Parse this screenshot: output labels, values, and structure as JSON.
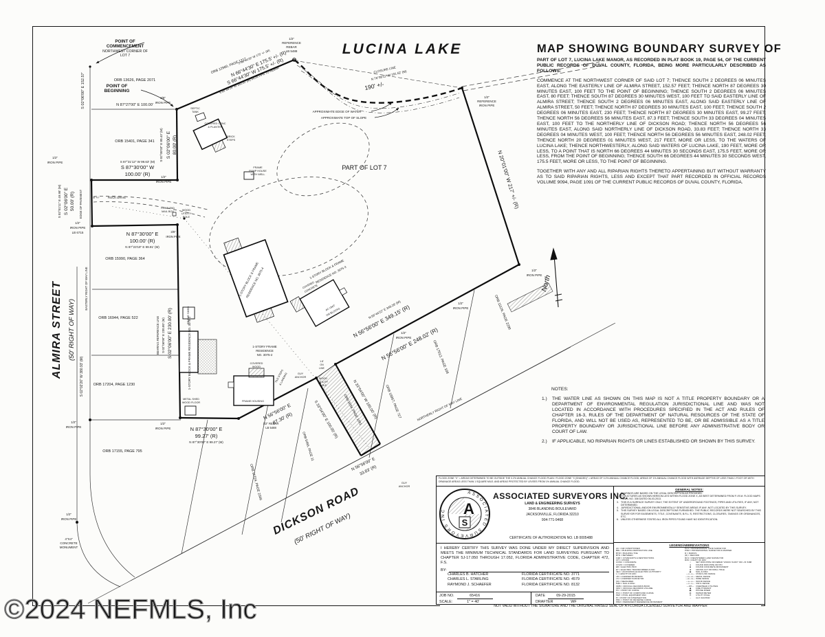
{
  "header": {
    "title": "MAP SHOWING BOUNDARY SURVEY OF",
    "subtitle": "PART OF LOT 7, LUCINA LAKE MANOR, AS RECORDED IN PLAT BOOK 19, PAGE 54, OF THE CURRENT PUBLIC RECORDS OF DUVAL COUNTY, FLORIDA, BEING MORE PARTICULARLY DESCRIBED AS FOLLOWS:",
    "description": "COMMENCE AT THE NORTHWEST CORNER OF SAID LOT 7; THENCE SOUTH 2 DEGREES 06 MINUTES EAST, ALONG THE EASTERLY LINE OF ALMIRA STREET, 152.57 FEET; THENCE NORTH 87 DEGREES 30 MINUTES EAST, 100 FEET TO THE POINT OF BEGINNING; THENCE SOUTH 2 DEGREES 06 MINUTES EAST, 80 FEET; THENCE SOUTH 87 DEGREES 30 MINUTES WEST, 100 FEET TO SAID EASTERLY LINE OF ALMIRA STREET; THENCE SOUTH 2 DEGREES 06 MINUTES EAST, ALONG SAID EASTERLY LINE OF ALMIRA STREET, 50 FEET; THENCE NORTH 87 DEGREES 30 MINUTES EAST, 100 FEET; THENCE SOUTH 2 DEGREES 06 MINUTES EAST, 230 FEET; THENCE NORTH 87 DEGREES 30 MINUTES EAST, 99.27 FEET; THENCE NORTH 56 DEGREES 56 MINUTES EAST, 87.3 FEET; THENCE SOUTH 33 DEGREES 04 MINUTES EAST, 100 FEET TO THE NORTHERLY LINE OF DICKSON ROAD; THENCE NORTH 56 DEGREES 56 MINUTES EAST, ALONG SAID NORTHERLY LINE OF DICKSON ROAD, 33.83 FEET; THENCE NORTH 33 DEGREES 04 MINUTES WEST, 100 FEET; THENCE NORTH 56 DEGREES 56 MINUTES EAST, 248.02 FEET; THENCE NORTH 20 DEGREES 01 MINUTES WEST, 217 FEET, MORE OR LESS, TO THE WATERS OF LUCINA LAKE; THENCE NORTHWESTERLY, ALONG SAID WATERS OF LUCINA LAKE, 190 FEET, MORE OR LESS, TO A POINT THAT IS NORTH 66 DEGREES 44 MINUTES 30 SECONDS EAST, 175.5 FEET, MORE OR LESS, FROM THE POINT OF BEGINNING; THENCE SOUTH 66 DEGREES 44 MINUTES 30 SECONDS WEST, 175.5 FEET, MORE OR LESS, TO THE POINT OF BEGINNING.",
    "together": "TOGETHER WITH ANY AND ALL RIPARIAN RIGHTS THERETO APPERTAINING BUT WITHOUT WARRANTY AS TO SAID RIPARIAN RIGHTS, LESS AND EXCEPT THAT PART RECORDED IN OFFICIAL RECORDS VOLUME 9094, PAGE 1091 OF THE CURRENT PUBLIC RECORDS OF DUVAL COUNTY, FLORIDA."
  },
  "notes": {
    "heading": "NOTES:",
    "items": [
      {
        "num": "1.)",
        "text": "THE WATER LINE AS SHOWN ON THIS MAP IS NOT A TITLE PROPERTY BOUNDARY OR A DEPARTMENT OF ENVIRONMENTAL REGULATION JURISDICTIONAL LINE AND WAS NOT LOCATED IN ACCORDANCE WITH PROCEDURES SPECIFIED IN THE ACT AND RULES OF CHAPTER 16-3, RULES OF THE DEPARTMENT OF NATURAL RESOURCES OF THE STATE OF FLORIDA, AND WILL NOT BE USED AS, REPRESENTED TO BE, OR BE ADMISSIBLE AS A TITLE PROPERTY BOUNDARY OR JURISDICTIONAL LINE BEFORE ANY ADMINISTRATIVE BODY OR COURT OF LAW."
      },
      {
        "num": "2.)",
        "text": "IF APPLICABLE, NO RIPARIAN RIGHTS OR LINES ESTABLISHED OR SHOWN BY THIS SURVEY."
      }
    ]
  },
  "titleblock": {
    "flood_note": "FLOOD ZONE \"X\" = AREAS DETERMINED TO BE OUTSIDE THE 0.2% ANNUAL CHANCE FLOOD PLAIN / FLOOD ZONE \"X (SHADED)\" = AREAS OF 0.2% ANNUAL CHANCE FLOOD; AREAS OF 1% ANNUAL CHANCE FLOOD WITH AVERAGE DEPTHS OF LESS THAN 1 FOOT OR WITH DRAINAGE AREAS LESS THAN 1 SQUARE MILE; AND AREAS PROTECTED BY LEVEES FROM 1% ANNUAL CHANCE FLOOD.",
    "logo_ring": "ASSOCIATED  SURVEYORS  INC",
    "logo_a": "A",
    "logo_s": "S",
    "company": "ASSOCIATED SURVEYORS INC.",
    "tagline": "LAND & ENGINEERING SURVEYS",
    "address1": "3846 BLANDING BOULEVARD",
    "address2": "JACKSONVILLE, FLORIDA 32210",
    "phone": "904-771-9468",
    "authorization": "CERTIFICATE OF AUTHORIZATION NO. LB 0005488",
    "certification": "I HEREBY CERTIFY THIS SURVEY WAS DONE UNDER MY DIRECT SUPERVISION AND MEETS THE MINIMUM TECHNICAL STANDARDS FOR LAND SURVEYING PURSUANT TO CHAPTER 5J-17.050 THROUGH 17.052, FLORIDA ADMINISTRATIVE CODE, CHAPTER 472, F.S.",
    "by_label": "BY:",
    "signers": [
      {
        "name": "CHARLES B. HATCHER",
        "cert": "FLORIDA CERTIFICATE NO. 3771"
      },
      {
        "name": "CHARLES L. STARLING",
        "cert": "FLORIDA CERTIFICATE NO. 4579"
      },
      {
        "name": "RAYMOND J. SCHAEFER",
        "cert": "FLORIDA CERTIFICATE NO. 8132"
      }
    ],
    "job_label": "JOB NO.",
    "job_value": "65416",
    "scale_label": "SCALE:",
    "scale_value": "1\" = 40'",
    "date_label": "DATE",
    "date_value": "09-29-2015",
    "drafter_label": "DRAFTER",
    "drafter_value": "WF",
    "footer": "NOT VALID WITHOUT THE SIGNATURE AND THE ORIGINAL RAISED SEAL OF A FLORIDA LICENSED SURVEYOR AND MAPPER",
    "general_notes": {
      "heading": "GENERAL NOTES:",
      "items": [
        {
          "num": "1.",
          "text": "BEARINGS ARE BASED ON THE LEGAL DESCRIPTION AS PROVIDED."
        },
        {
          "num": "2.",
          "text": "STRUCTURES AS SHOWN HEREON LIES WITHIN FLOOD ZONE X, AS BEST DETERMINED FROM F.I.R.M. FLOOD MAPS PANEL NO. 308 DATED 06-03-2013."
        },
        {
          "num": "3.",
          "text": "THIS IS A SURFACE SURVEY ONLY; THE EXTENT OF UNDERGROUND FOOTINGS, PIPES AND UTILITIES, IF ANY, NOT DETERMINED."
        },
        {
          "num": "4.",
          "text": "JURISDICTIONAL AND/OR ENVIRONMENTALLY SENSITIVE AREAS IF ANY, NOT LOCATED BY THIS SURVEY."
        },
        {
          "num": "5.",
          "text": "THIS SURVEY BASED ON LEGAL DESCRIPTIONS FURNISHED. THE PUBLIC RECORDS WERE NOT SEARCHED BY THIS SURVEYOR FOR EASEMENTS, TITLE, COVENANTS, B.R.L.'S, RESTRICTIONS, CLOSURES, TAKINGS OR ORDINANCES, ETC."
        },
        {
          "num": "6.",
          "text": "UNLESS OTHERWISE STATED ALL IRON PIPES FOUND HAVE NO IDENTIFICATION."
        }
      ]
    },
    "legend": {
      "heading": "LEGEND/ABBREVIATIONS",
      "left": [
        "AC   =  AIR CONDITIONER",
        "BRL  =  BUILDING RESTRICTION LINE",
        "BTW  =  BUILDING TOE",
        "BTN  =  BETWEEN",
        "C&R  =  COVENANTS & RESTRICTIONS",
        "CH   =  CHORD",
        "CONC =  CONCRETE",
        "COVD =  COVERED",
        "EB   =  ELECTRIC BOX",
        "ET   =  ELECTRIC TRANSFORMER & PAD",
        "JEA  =  JACKSONVILLE ELECTRIC AUTHORITY",
        "L    =  LENGTH OF ARC",
        "LB   =  LICENSED BUSINESS",
        "LS   =  LICENSED SURVEYOR",
        "(M)  =  MEASURED",
        "N&D  =  NAIL & DISC",
        "ORB  =  OFFICIAL RECORDS BOOK",
        "ORV  =  OFFICIAL RECORDS VOLUME",
        "PC   =  POINT OF CURVE",
        "PCC  =  POINT OF COMPOUND CURVE",
        "PEP  =  POOL EQUIPMENT PAD",
        "PI   =  POINT OF INTERSECTION",
        "PRC  =  POINT OF REVERSE CURVE",
        "PRM  =  PERMANENT REFERENCE MONUMENT",
        "PT   =  POINT OF TANGENCY"
      ],
      "right_abbr": [
        "PLS  =  PROFESSIONAL LAND SURVEYOR",
        "PSM  =  PROFESSIONAL SURVEYOR & MAPPER",
        "R    =  RADIUS",
        "(R)  =  RECORD",
        "RLS  =  REGISTERED LAND SURVEYOR",
        "R/W  =  RIGHT OF WAY"
      ],
      "right_symbols": [
        {
          "sym": "○",
          "text": "SET IRON PIPE OR REBAR \"ASSOC SURV\" OR L.B. 5488"
        },
        {
          "sym": "●",
          "text": "FOUND IRON PIPE OR PIN"
        },
        {
          "sym": "■",
          "text": "FOUND CONCRETE MONUMENT"
        },
        {
          "sym": "⊕",
          "text": "CROSS CUT OR DRILL HOLE"
        },
        {
          "sym": "◉",
          "text": "NAIL & DISC"
        },
        {
          "sym": "—x—x—",
          "text": "CHAIN LINK FENCE"
        },
        {
          "sym": "—m—m—",
          "text": "METAL FENCE"
        },
        {
          "sym": "—w—w—",
          "text": "WIRE FENCE"
        },
        {
          "sym": "—o—o—",
          "text": "WOOD FENCE"
        },
        {
          "sym": "—v—v—",
          "text": "VINYL FENCE"
        },
        {
          "sym": "—OH—",
          "text": "OVERHEAD UTILITIES"
        },
        {
          "sym": "◆",
          "text": "FIRE HYDRANT"
        },
        {
          "sym": "▣",
          "text": "PHONE RISER"
        },
        {
          "sym": "◍",
          "text": "WATER METER"
        },
        {
          "sym": "⊙",
          "text": "UTILITY POLE"
        },
        {
          "sym": "→",
          "text": "GUY ANCHOR"
        }
      ]
    }
  },
  "map": {
    "labels": {
      "lucina_lake": "LUCINA LAKE",
      "part_lot": "PART OF LOT 7",
      "almira": [
        "ALMIRA STREET",
        "(50' RIGHT OF WAY)"
      ],
      "dickson": [
        "DICKSON ROAD",
        "(50' RIGHT OF WAY)"
      ],
      "poc": [
        "POINT OF",
        "COMMENCEMENT",
        "NORTHWEST CORNER OF",
        "LOT 7"
      ],
      "pob": [
        "POINT OF",
        "BEGINNING"
      ],
      "north_word": "North",
      "orb_a": "ORB 13626, PAGE 2071",
      "orb_b": "ORB 15401, PAGE 341",
      "orb_c": "ORB 15990, PAGE 364",
      "orb_d": "ORB 16944, PAGE 522",
      "orb_e": "ORB 17204, PAGE 1230",
      "orb_f": "ORB 17155, PAGE 795",
      "orb_g": "ORB 12960, PAGE 1217",
      "orb_h": "ORB 11704, PAGE 2366",
      "orb_i": "ORB 16967, PAGE 727",
      "orb_j": "ORB 17012, PAGE 108",
      "orb_k": "ORB 11126, PAGE 2290",
      "orb_l": "ORB 9094, PAGE 1091",
      "orb_m": "ORB 5456, PAGE 11",
      "d1a": "S 02°06'00\" E  152.57'",
      "d2": "N 87°27'00\" E  100.00'",
      "d3m": "S 02°05'03\" E 80.43' (M)",
      "d3a": "S 02°06'00\" E",
      "d3b": "80.00'  (R)",
      "d4m": "S 87°31'12\" W 99.63' (M)",
      "d4a": "S 87°30'00\" W",
      "d4b": "100.00'  (R)",
      "d5m": "S 02°01'11\" E 49.98' (M)",
      "d5a": "S 02°06'00\" E",
      "d5b": "50.00'  (R)",
      "d6a": "N 87°30'00\" E",
      "d6b": "100.00'  (R)",
      "d6m": "N 87°23'19\" E 99.91' (M)",
      "d7brl": "BEARING REFERENCE LINE",
      "d7m": "S 02°06'00\" E 230.80' (M)",
      "d7r": "S 02°06'00\" E  230.00'  (R)",
      "d8": "S 02°02'26\" W 380.93' (M)",
      "d9a": "N 87°30'00\" E",
      "d9b": "99.27'  (R)",
      "d9m": "N 87°30'00\" E 99.27' (M)",
      "d10a": "N 56°56'00\" E",
      "d10b": "87.30'  (R)",
      "d11m": "N 56°44'22\" E 349.28' (M)",
      "d11r": "N 56°56'00\"  E  349.15'  (R)",
      "d12r": "N 56°56'00\"  E  248.02'  (R)",
      "d13": "N 20°01'00\" W  217' +/-  (R)",
      "d14m1": "S 66°44'29\" W 175' +/- (M)",
      "d14a": "N 66°44'30\" E  175.5'  +/-  (R)",
      "d14b": "S 66°44'30\" W  175.5'  +/-  (R)",
      "d14m2": "S 66°44'29\" W 160.00' (M) IRON PIPE TO REBAR",
      "d15a": "CLOSURE LINE",
      "d15b": "N 76°38'11\" W 191.62' (M)",
      "d16": "190' +/-",
      "d17a": "N 56°56'00\" E",
      "d17b": "33.83'  (R)",
      "d18": "S 33°04'00\" E  100.00' (R)",
      "d19": "N 33°04'00\" W  100.00' (R)",
      "edge_water": "APPROXIMATE EDGE OF WATER",
      "top_slope": "APPROXIMATE TOP OF SLOPE",
      "northerly": "NORTHERLY RIGHT OF WAY LINE",
      "easterly": "EASTERLY RIGHT OF WAY LINE",
      "edge_pav": "EDGE OF PAVEMENT",
      "ref_rebar": [
        "1/2\"",
        "REFERENCE",
        "REBAR",
        "LB 5488"
      ],
      "ref_pipe": [
        "1/2\"",
        "REFERENCE",
        "IRON PIPE"
      ],
      "ip_1": "1/2\"",
      "ip_2": "IRON PIPE",
      "ip38_1": "3/8\"",
      "ip38_2": "IRON PIPE",
      "lb6715": "LB 6715",
      "rebar5488": [
        "1/2\" REBAR",
        "LB 5488"
      ],
      "conc_mon": [
        "4\"X4\"",
        "CONCRETE",
        "MONUMENT"
      ],
      "b1": "1-STORY BLOCK & FRAME RESIDENCE NO. 3075-1",
      "b4": [
        "1-STORY BLOCK & FRAME",
        "RESIDENCE NO. 3075-4"
      ],
      "b3": [
        "1-STORY BLOCK & FRAME",
        "RESIDENCE NO. 3075-3"
      ],
      "b2": [
        "1-STORY FRAME",
        "RESIDENCE",
        "NO. 3075-2"
      ],
      "frame_shed": "FRAME SHED",
      "metal_shed": [
        "METAL SHED",
        "WOOD FLOOR"
      ],
      "frame_housing": "FRAME HOUSING",
      "cov_wood": [
        "COVERED",
        "WOOD"
      ],
      "cov_conc": [
        "COVERED",
        "CONCRETE"
      ],
      "cov_pl": [
        "COVERED CONC",
        "& PLANTER"
      ],
      "brick_steps": [
        "BRICK",
        "STEPS"
      ],
      "tile_steps": [
        "TILE STEPS",
        "& LANDING"
      ],
      "ac_unit": [
        "AC UNIT",
        "ON BLOCKS"
      ],
      "septic": [
        "SEPTIC",
        "TANK"
      ],
      "pump": [
        "FRAME",
        "PUMP HOUSE",
        "WITH WELL"
      ],
      "rock_drive": "ROCK DRIVE",
      "rock_dim": "8' +/-",
      "mail": [
        "COND PAD",
        "MAIL BOX"
      ],
      "wood_pole": [
        "WOOD",
        "UTILITY",
        "POLE"
      ],
      "guy_anchor": [
        "GUY",
        "ANCHOR"
      ],
      "on_line": [
        "1.8'",
        "ON",
        "LINE"
      ]
    }
  },
  "watermark": "©2024 NEFMLS, Inc"
}
